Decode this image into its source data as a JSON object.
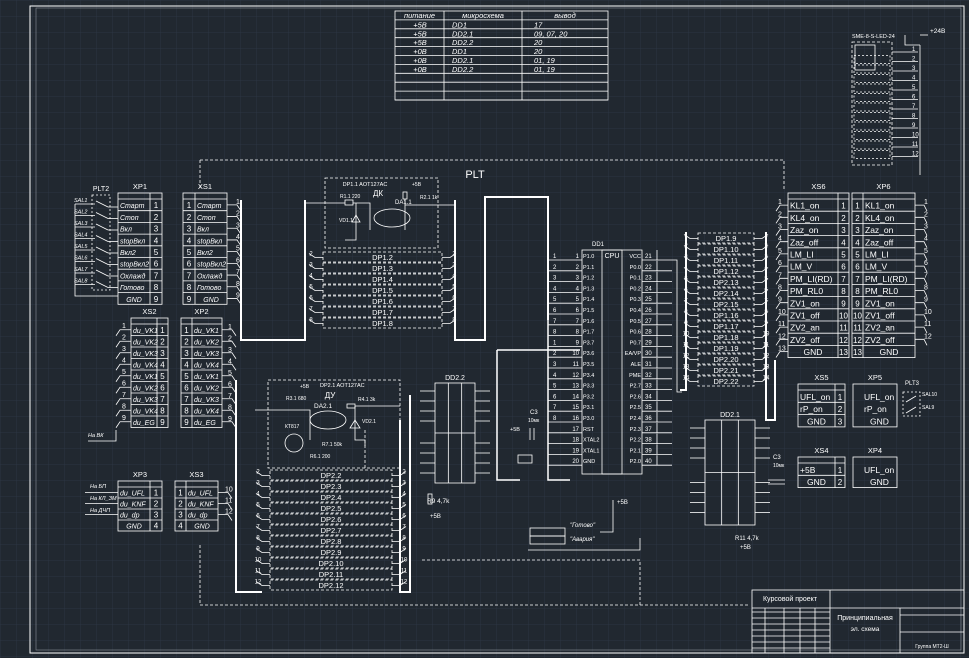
{
  "colors": {
    "background": "#212830",
    "grid": "#2c3542",
    "line": "#ffffff"
  },
  "labels": {
    "plt": "PLT",
    "plt2": "PLT2",
    "plt3": "PLT3",
    "dk_part": "DP1.1  AOT127AC",
    "dk": "ДК",
    "dk_r1": "R1.1 220",
    "dk_r2": "R2.1 1k",
    "dk_vd": "VD1.1",
    "dk_da": "DA1.1",
    "dk_plus": "+5В",
    "du_part": "DP2.1  AOT127AC",
    "du": "ДУ",
    "du_r3": "R3.1 680",
    "du_r4": "R4.1 3k",
    "du_r6": "R6.1 200",
    "du_r7": "R7.1 50k",
    "du_vd": "VD2.1",
    "du_vt": "КТ817",
    "du_da": "DA2.1",
    "du_plus": "+5В",
    "dd1": "DD1",
    "cpu": "CPU",
    "dd22": "DD2.2",
    "dd21": "DD2.1",
    "r9": "R9  4,7k",
    "r9_plus": "+5В",
    "r11": "R11  4,7k",
    "r11_plus": "+5В",
    "c3": "C3",
    "c3_val": "10мк",
    "c3_plus": "+5В",
    "sme": "SME-8-S-LED-24",
    "plus24": "+24В",
    "led_plus": "+5В",
    "led_ready": "\"Готово\"",
    "led_alarm": "\"Авария\"",
    "na_vk": "На ВК",
    "na_bp": "На БП",
    "na_kn": "На КЛ_ЗМ",
    "na_dp": "На ДЧП",
    "sal10": "SAL10",
    "sal9": "SAL9"
  },
  "power_table": {
    "headers": [
      "питание",
      "микросхема",
      "вывод"
    ],
    "rows": [
      [
        "+5В",
        "DD1",
        "17"
      ],
      [
        "+5В",
        "DD2.1",
        "09, 07, 20"
      ],
      [
        "+5В",
        "DD2.2",
        "20"
      ],
      [
        "+0В",
        "DD1",
        "20"
      ],
      [
        "+0В",
        "DD2.1",
        "01, 19"
      ],
      [
        "+0В",
        "DD2.2",
        "01, 19"
      ],
      [
        "",
        "",
        ""
      ],
      [
        "",
        "",
        ""
      ],
      [
        "",
        "",
        ""
      ],
      [
        "",
        "",
        ""
      ]
    ]
  },
  "connectors": {
    "XP1": {
      "title": "XP1",
      "rows": [
        "Старт",
        "Стоп",
        "Вкл",
        "stopВкл",
        "Вкл2",
        "stopВкл2",
        "Охлажд",
        "Готово",
        "GND"
      ]
    },
    "XS1": {
      "title": "XS1",
      "rows": [
        "Старт",
        "Стоп",
        "Вкл",
        "stopВкл",
        "Вкл2",
        "stopВкл2",
        "Охлажд",
        "Готово",
        "GND"
      ]
    },
    "XS2": {
      "title": "XS2",
      "rows": [
        "du_VK1",
        "du_VK2",
        "du_VK3",
        "du_VK4",
        "du_VK1",
        "du_VK2",
        "du_VK3",
        "du_VK4",
        "du_EG"
      ]
    },
    "XP2": {
      "title": "XP2",
      "rows": [
        "du_VK1",
        "du_VK2",
        "du_VK3",
        "du_VK4",
        "du_VK1",
        "du_VK2",
        "du_VK3",
        "du_VK4",
        "du_EG"
      ]
    },
    "XP3": {
      "title": "XP3",
      "rows": [
        "du_UFL",
        "du_KNF",
        "du_dp",
        "GND"
      ]
    },
    "XS3": {
      "title": "XS3",
      "rows": [
        "du_UFL",
        "du_KNF",
        "du_dp",
        "GND"
      ]
    },
    "XS6": {
      "title": "XS6",
      "rows": [
        "KL1_on",
        "KL4_on",
        "Zaz_on",
        "Zaz_off",
        "LM_LI",
        "LM_V",
        "PM_LI(RD)",
        "PM_RL0",
        "ZV1_on",
        "ZV1_off",
        "ZV2_an",
        "ZV2_off",
        "GND"
      ]
    },
    "XP6": {
      "title": "XP6",
      "rows": [
        "KL1_on",
        "KL4_on",
        "Zaz_on",
        "Zaz_off",
        "LM_LI",
        "LM_V",
        "PM_LI(RD)",
        "PM_RL0",
        "ZV1_on",
        "ZV1_off",
        "ZV2_an",
        "ZV2_off",
        "GND"
      ]
    },
    "XS5": {
      "title": "XS5",
      "rows": [
        "UFL_on",
        "rP_on",
        "GND"
      ]
    },
    "XP5": {
      "title": "XP5",
      "rows": [
        "UFL_on",
        "rP_on",
        "GND"
      ]
    },
    "XS4": {
      "title": "XS4",
      "rows": [
        "+5В",
        "GND"
      ]
    },
    "XP4": {
      "title": "XP4",
      "rows": [
        "UFL_on",
        "GND"
      ]
    }
  },
  "sal_labels": [
    "SAL1",
    "SAL2",
    "SAL3",
    "SAL4",
    "SAL5",
    "SAL6",
    "SAL7",
    "SAL8"
  ],
  "cpu_pins": {
    "left": [
      [
        "1",
        "P1.0"
      ],
      [
        "2",
        "P1.1"
      ],
      [
        "3",
        "P1.2"
      ],
      [
        "4",
        "P1.3"
      ],
      [
        "5",
        "P1.4"
      ],
      [
        "6",
        "P1.5"
      ],
      [
        "7",
        "P1.6"
      ],
      [
        "8",
        "P1.7"
      ],
      [
        "9",
        "P3.7"
      ],
      [
        "10",
        "P3.6"
      ],
      [
        "11",
        "P3.5"
      ],
      [
        "12",
        "P3.4"
      ],
      [
        "13",
        "P3.3"
      ],
      [
        "14",
        "P3.2"
      ],
      [
        "15",
        "P3.1"
      ],
      [
        "16",
        "P3.0"
      ],
      [
        "17",
        "RST"
      ],
      [
        "18",
        "XTAL2"
      ],
      [
        "19",
        "XTAL1"
      ],
      [
        "20",
        "GND"
      ]
    ],
    "right": [
      [
        "21",
        "VCC"
      ],
      [
        "22",
        "P0.0"
      ],
      [
        "23",
        "P0.1"
      ],
      [
        "24",
        "P0.2"
      ],
      [
        "25",
        "P0.3"
      ],
      [
        "26",
        "P0.4"
      ],
      [
        "27",
        "P0.5"
      ],
      [
        "28",
        "P0.6"
      ],
      [
        "29",
        "P0.7"
      ],
      [
        "30",
        "EA/VP"
      ],
      [
        "31",
        "ALE"
      ],
      [
        "32",
        "PME"
      ],
      [
        "33",
        "P2.7"
      ],
      [
        "34",
        "P2.6"
      ],
      [
        "35",
        "P2.5"
      ],
      [
        "36",
        "P2.4"
      ],
      [
        "37",
        "P2.3"
      ],
      [
        "38",
        "P2.2"
      ],
      [
        "39",
        "P2.1"
      ],
      [
        "40",
        "P2.0"
      ]
    ]
  },
  "optos": {
    "dp1": [
      "DP1.2",
      "DP1.3",
      "DP1.4",
      "DP1.5",
      "DP1.6",
      "DP1.7",
      "DP1.8"
    ],
    "dp2": [
      "DP2.2",
      "DP2.3",
      "DP2.4",
      "DP2.5",
      "DP2.6",
      "DP2.7",
      "DP2.8",
      "DP2.9",
      "DP2.10",
      "DP2.11",
      "DP2.12"
    ],
    "dp3": [
      "DP1.9",
      "DP1.10",
      "DP1.11",
      "DP1.12",
      "DP2.13",
      "DP2.14",
      "DP2.15",
      "DP1.16",
      "DP1.17",
      "DP1.18",
      "DP1.19",
      "DP2.20",
      "DP2.21",
      "DP2.22"
    ]
  },
  "title_block": {
    "project": "Курсовой проект",
    "title_line1": "Принципиальная",
    "title_line2": "эл. схема",
    "group": "Группа МТ2-Ш"
  }
}
